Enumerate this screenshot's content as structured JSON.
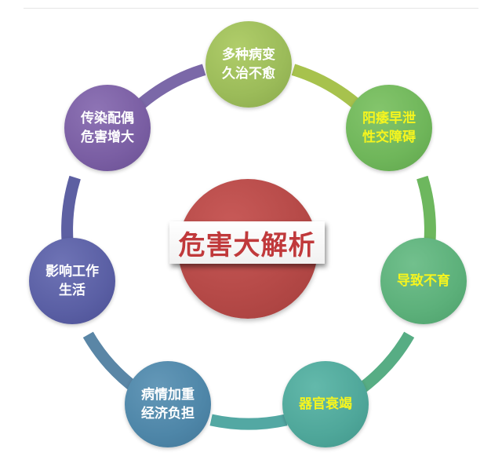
{
  "center": {
    "label": "危害大解析"
  },
  "nodes": [
    {
      "id": "top",
      "lines": [
        "多种病变",
        "久治不愈"
      ],
      "color": "#9bbb59"
    },
    {
      "id": "upper-right",
      "lines": [
        "阳痿早泄",
        "性交障碍"
      ],
      "color": "#6fb65a"
    },
    {
      "id": "right",
      "lines": [
        "导致不育"
      ],
      "color": "#5cb07a"
    },
    {
      "id": "lower-right",
      "lines": [
        "器官衰竭"
      ],
      "color": "#4fa79a"
    },
    {
      "id": "lower-left",
      "lines": [
        "病情加重",
        "经济负担"
      ],
      "color": "#4e86a8"
    },
    {
      "id": "left",
      "lines": [
        "影响工作",
        "生活"
      ],
      "color": "#5a5fa4"
    },
    {
      "id": "upper-left",
      "lines": [
        "传染配偶",
        "危害增大"
      ],
      "color": "#7a5ea3"
    }
  ],
  "colors": {
    "center_fill": "#b64a48",
    "center_text": "#c0393b",
    "highlight_text": "#f6f51e"
  }
}
